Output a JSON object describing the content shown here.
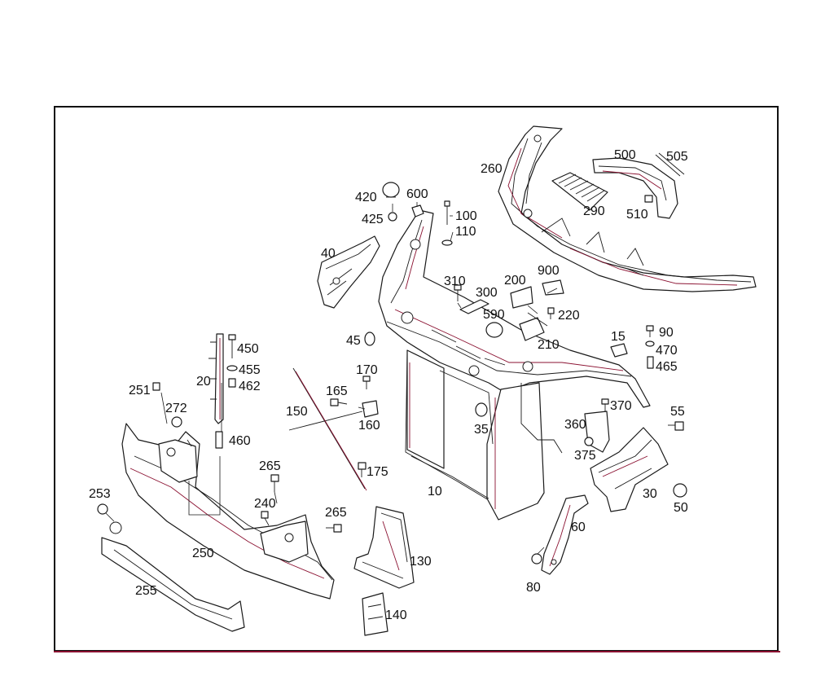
{
  "diagram": {
    "callouts": [
      {
        "id": "10",
        "text": "10"
      },
      {
        "id": "15",
        "text": "15"
      },
      {
        "id": "20",
        "text": "20"
      },
      {
        "id": "30",
        "text": "30"
      },
      {
        "id": "35",
        "text": "35"
      },
      {
        "id": "40",
        "text": "40"
      },
      {
        "id": "45",
        "text": "45"
      },
      {
        "id": "50",
        "text": "50"
      },
      {
        "id": "55",
        "text": "55"
      },
      {
        "id": "60",
        "text": "60"
      },
      {
        "id": "80",
        "text": "80"
      },
      {
        "id": "90",
        "text": "90"
      },
      {
        "id": "100",
        "text": "100"
      },
      {
        "id": "110",
        "text": "110"
      },
      {
        "id": "130",
        "text": "130"
      },
      {
        "id": "140",
        "text": "140"
      },
      {
        "id": "150",
        "text": "150"
      },
      {
        "id": "160",
        "text": "160"
      },
      {
        "id": "165",
        "text": "165"
      },
      {
        "id": "170",
        "text": "170"
      },
      {
        "id": "175",
        "text": "175"
      },
      {
        "id": "200",
        "text": "200"
      },
      {
        "id": "210",
        "text": "210"
      },
      {
        "id": "220",
        "text": "220"
      },
      {
        "id": "240",
        "text": "240"
      },
      {
        "id": "250",
        "text": "250"
      },
      {
        "id": "251",
        "text": "251"
      },
      {
        "id": "253",
        "text": "253"
      },
      {
        "id": "255",
        "text": "255"
      },
      {
        "id": "260",
        "text": "260"
      },
      {
        "id": "265a",
        "text": "265"
      },
      {
        "id": "265b",
        "text": "265"
      },
      {
        "id": "272",
        "text": "272"
      },
      {
        "id": "290",
        "text": "290"
      },
      {
        "id": "300",
        "text": "300"
      },
      {
        "id": "310",
        "text": "310"
      },
      {
        "id": "360",
        "text": "360"
      },
      {
        "id": "370",
        "text": "370"
      },
      {
        "id": "375",
        "text": "375"
      },
      {
        "id": "420",
        "text": "420"
      },
      {
        "id": "425",
        "text": "425"
      },
      {
        "id": "450",
        "text": "450"
      },
      {
        "id": "455",
        "text": "455"
      },
      {
        "id": "460",
        "text": "460"
      },
      {
        "id": "462",
        "text": "462"
      },
      {
        "id": "465",
        "text": "465"
      },
      {
        "id": "470",
        "text": "470"
      },
      {
        "id": "500",
        "text": "500"
      },
      {
        "id": "505",
        "text": "505"
      },
      {
        "id": "510",
        "text": "510"
      },
      {
        "id": "590",
        "text": "590"
      },
      {
        "id": "600",
        "text": "600"
      },
      {
        "id": "900",
        "text": "900"
      }
    ]
  }
}
